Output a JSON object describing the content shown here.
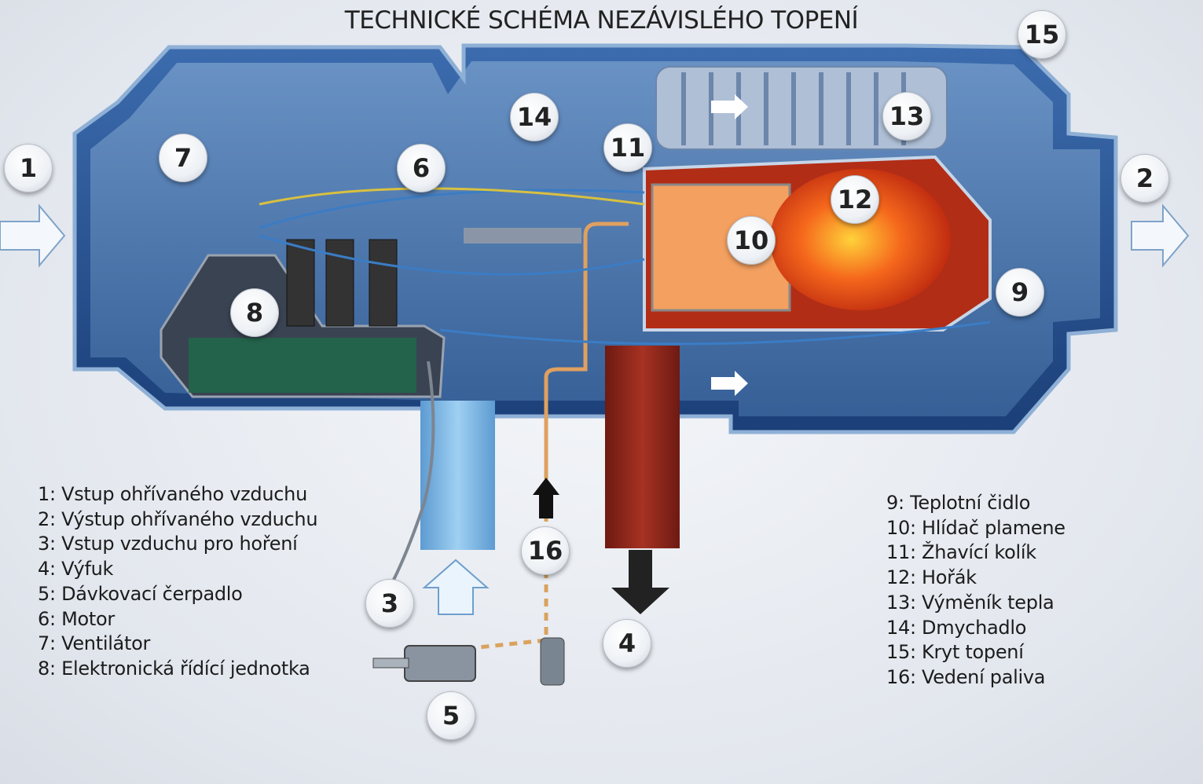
{
  "title": "TECHNICKÉ SCHÉMA NEZÁVISLÉHO TOPENÍ",
  "callouts": [
    "1",
    "2",
    "3",
    "4",
    "5",
    "6",
    "7",
    "8",
    "9",
    "10",
    "11",
    "12",
    "13",
    "14",
    "15",
    "16"
  ],
  "legend_left": [
    "1: Vstup ohřívaného vzduchu",
    "2: Výstup ohřívaného vzduchu",
    "3: Vstup vzduchu pro hoření",
    "4: Výfuk",
    "5: Dávkovací čerpadlo",
    "6: Motor",
    "7: Ventilátor",
    "8: Elektronická řídící jednotka"
  ],
  "legend_right": [
    "9: Teplotní čidlo",
    "10: Hlídač plamene",
    "11: Žhavící kolík",
    "12: Hořák",
    "13: Výměník tepla",
    "14: Dmychadlo",
    "15: Kryt topení",
    "16: Vedení paliva"
  ],
  "colors": {
    "housing": "#1f4a86",
    "flame": "#f25a1a",
    "exhaust": "#8a2418",
    "fuel": "#e0a060"
  }
}
